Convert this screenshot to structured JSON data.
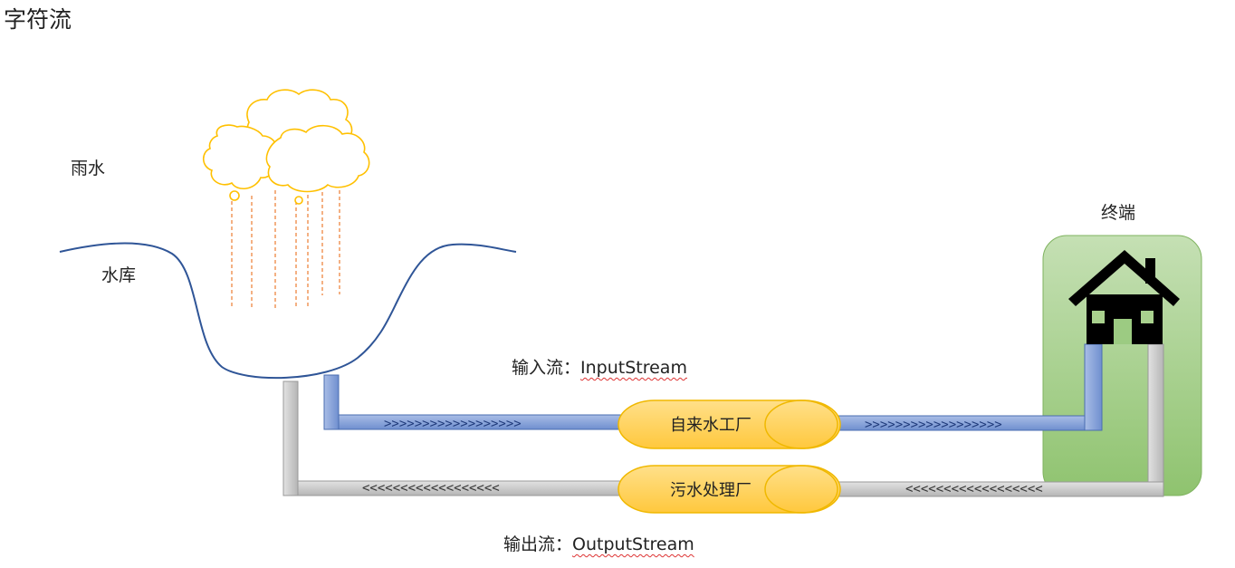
{
  "title": "字符流",
  "labels": {
    "rain": "雨水",
    "reservoir": "水库",
    "terminal": "终端"
  },
  "input_stream": {
    "cn": "输入流：",
    "en": "InputStream"
  },
  "output_stream": {
    "cn": "输出流：",
    "en": "OutputStream"
  },
  "plants": {
    "water": "自来水工厂",
    "sewage": "污水处理厂"
  },
  "arrows": {
    "in_left": ">>>>>>>>>>>>>>>>>>",
    "in_right": ">>>>>>>>>>>>>>>>>>",
    "out_left": "<<<<<<<<<<<<<<<<<<",
    "out_right": "<<<<<<<<<<<<<<<<<<"
  },
  "colors": {
    "input_pipe": "#8eaadb",
    "output_pipe": "#cfcfcf",
    "plant_fill": "#ffd966",
    "cloud": "#ffc000",
    "rain": "#ed7d31",
    "reservoir_line": "#2f5597",
    "terminal_bg": "#a9d18e"
  },
  "icons": [
    "cloud-icon",
    "house-icon"
  ]
}
